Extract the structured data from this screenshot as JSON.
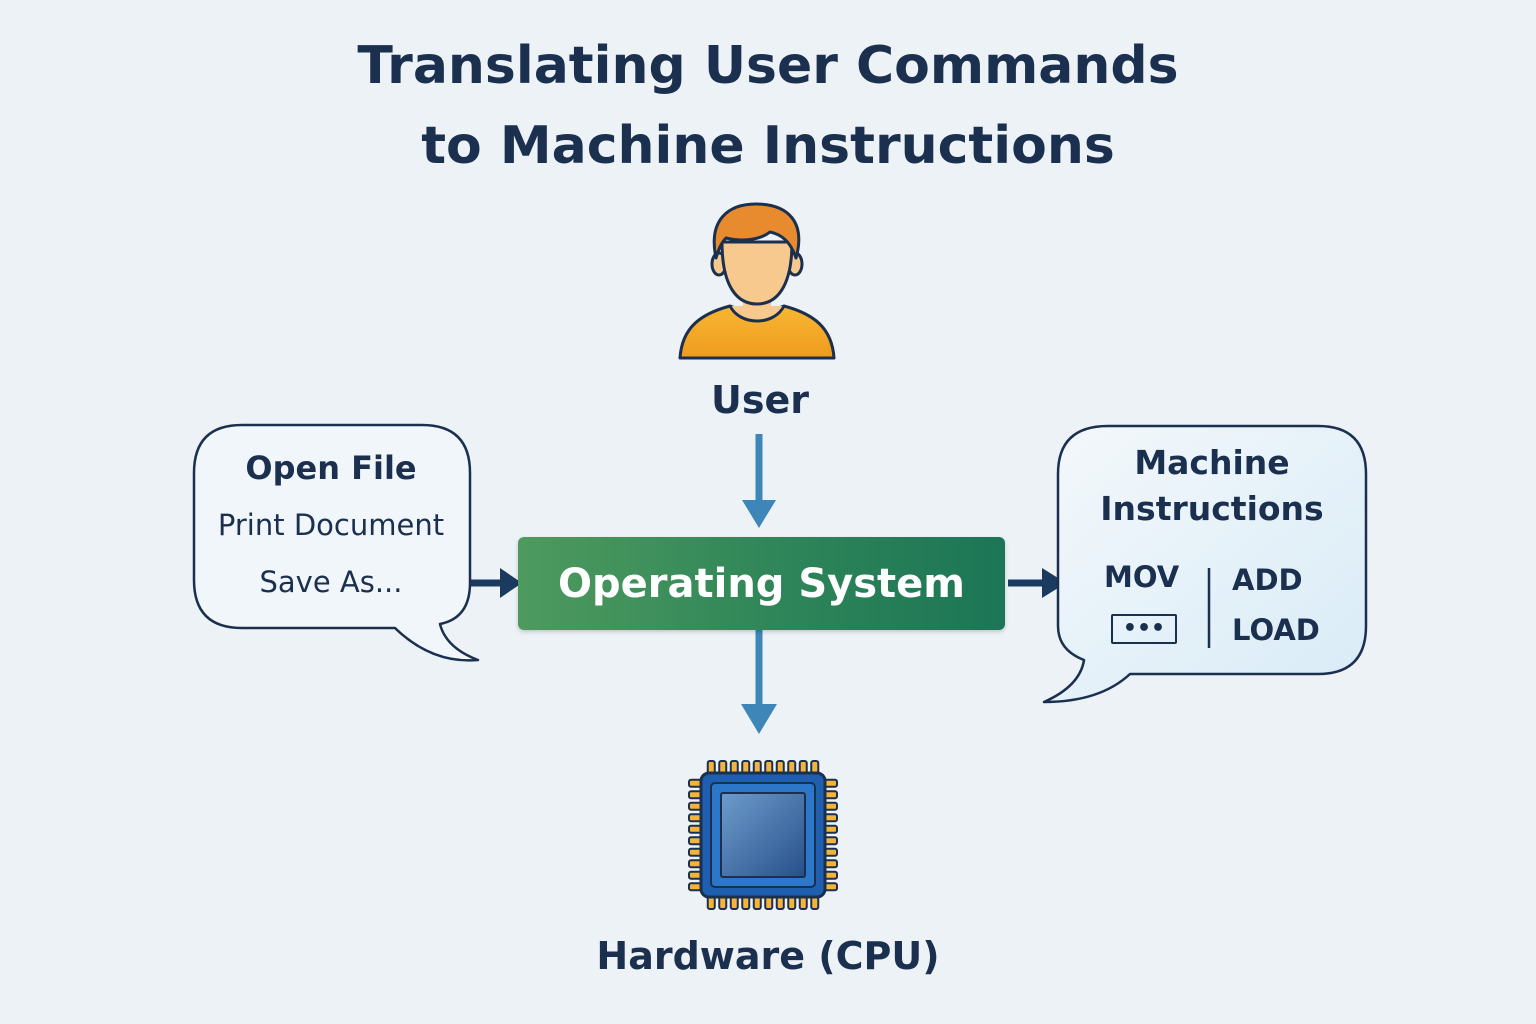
{
  "title": {
    "line1": "Translating User Commands",
    "line2": "to Machine Instructions"
  },
  "user": {
    "label": "User",
    "icon": "user-avatar-icon"
  },
  "operating_system": {
    "label": "Operating System"
  },
  "hardware": {
    "label": "Hardware (CPU)",
    "icon": "cpu-chip-icon"
  },
  "user_commands": {
    "items": [
      "Open File",
      "Print Document",
      "Save As..."
    ]
  },
  "machine_instructions": {
    "title_line1": "Machine",
    "title_line2": "Instructions",
    "left_column": {
      "top": "MOV",
      "box": "•••"
    },
    "right_column": [
      "ADD",
      "LOAD"
    ]
  },
  "colors": {
    "background": "#edf2f7",
    "text": "#1b2f4e",
    "os_box": "#2e8559",
    "arrow_vertical": "#3f86b8",
    "arrow_horizontal": "#1b3a5f",
    "cpu_pins": "#f4b43a",
    "cpu_core": "#3b6ea8",
    "user_shirt": "#f5a623",
    "user_hair": "#e88a2e",
    "user_skin": "#f7c98f"
  }
}
